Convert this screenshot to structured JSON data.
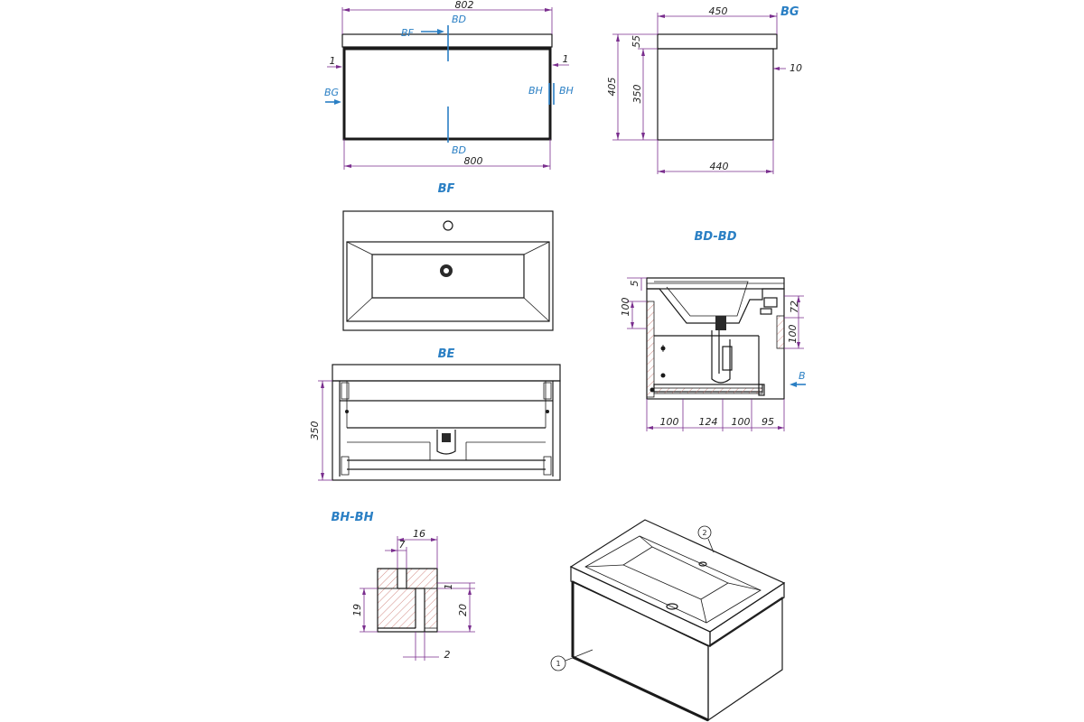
{
  "front_view": {
    "dims": {
      "top_width": "802",
      "bottom_width": "800",
      "left_gap": "1",
      "right_gap": "1"
    },
    "section_marks": {
      "bf": "BF",
      "bd_top": "BD",
      "bd_bottom": "BD",
      "bg": "BG",
      "bh_left": "BH",
      "bh_right": "BH"
    }
  },
  "side_view": {
    "title": "BG",
    "dims": {
      "top_width": "450",
      "bottom_width": "440",
      "total_height": "405",
      "cabinet_height": "350",
      "top_thickness": "55",
      "door_offset": "10"
    }
  },
  "basin_view": {
    "title": "BF"
  },
  "back_view": {
    "title": "BE",
    "dims": {
      "height": "350"
    }
  },
  "section_bd": {
    "title": "BD-BD",
    "dims": {
      "top_gap": "5",
      "left_height": "100",
      "right_upper": "72",
      "right_lower": "100",
      "b1": "100",
      "b2": "124",
      "b3": "100",
      "b4": "95"
    },
    "mark_b": "B"
  },
  "section_bh": {
    "title": "BH-BH",
    "dims": {
      "width_total": "16",
      "slot": "7",
      "height_left": "19",
      "height_right": "20",
      "gap": "1",
      "bottom": "2"
    }
  },
  "isometric": {
    "balloon1": "1",
    "balloon2": "2"
  }
}
